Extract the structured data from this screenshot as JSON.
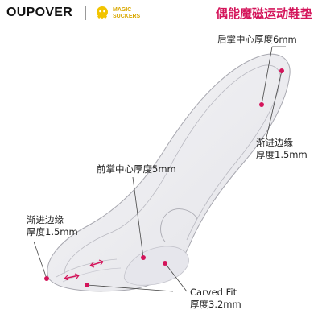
{
  "header": {
    "brand": "OUPOVER",
    "logo_line1": "MAGIC",
    "logo_line2": "SUCKERS",
    "product_title": "偶能魔磁运动鞋垫"
  },
  "annotations": {
    "rear": "后掌中心厚度6mm",
    "edge_right_line1": "渐进边缘",
    "edge_right_line2": "厚度1.5mm",
    "fore": "前掌中心厚度5mm",
    "edge_left_line1": "渐进边缘",
    "edge_left_line2": "厚度1.5mm",
    "carved_line1": "Carved Fit",
    "carved_line2": "厚度3.2mm"
  },
  "colors": {
    "accent": "#d4145a",
    "logo": "#f2c400"
  }
}
